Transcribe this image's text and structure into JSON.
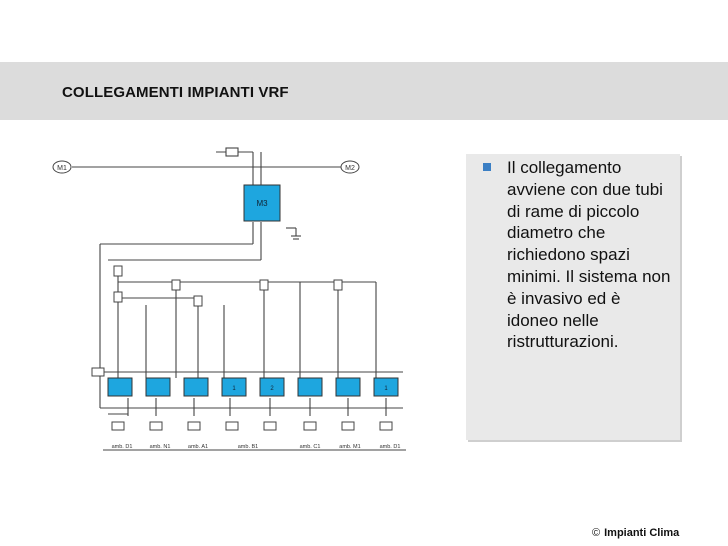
{
  "slide": {
    "title": "COLLEGAMENTI IMPIANTI VRF",
    "body_text": "Il collegamento avviene con due tubi di rame di piccolo diametro che richiedono spazi minimi. Il sistema non è invasivo ed è idoneo nelle ristrutturazioni.",
    "footer_symbol": "©",
    "footer_text": "Impianti Clima"
  },
  "diagram": {
    "outdoor_unit_left": "M1",
    "outdoor_unit_right": "M2",
    "outdoor_unit_main": "M3",
    "indoor_unit_numbers": [
      "",
      "",
      "",
      "1",
      "2",
      "",
      "",
      "1"
    ],
    "room_labels": [
      "amb. D1",
      "amb. N1",
      "amb. A1",
      "amb. B1",
      "amb. C1",
      "amb. M1",
      "amb. D1"
    ],
    "colors": {
      "unit_fill": "#1ea6df",
      "line": "#444444",
      "accent": "#3b7fc4"
    }
  }
}
